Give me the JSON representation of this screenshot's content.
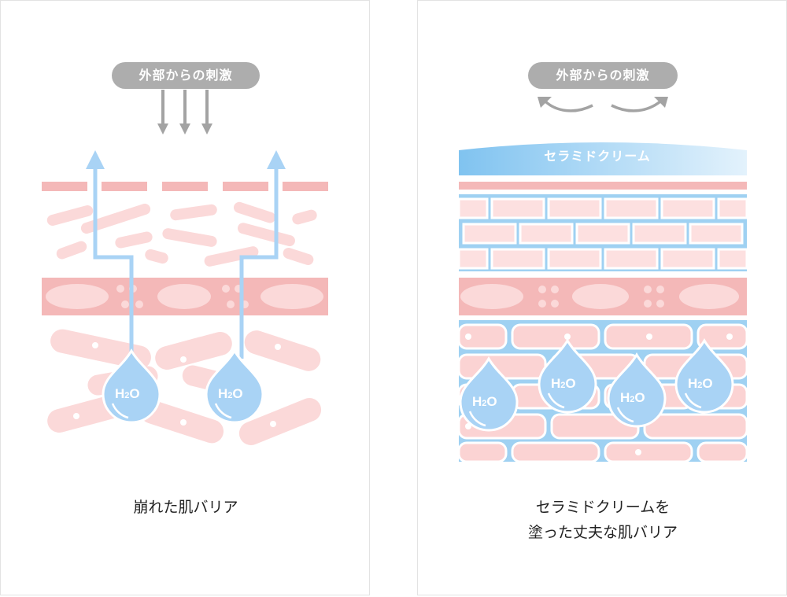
{
  "colors": {
    "skin_pink": "#f7caca",
    "skin_pink_dark": "#f2b3b3",
    "cell_light": "#fde5e5",
    "water_blue": "#a9d3f5",
    "arrow_gray": "#a3a3a3",
    "pill_gray": "#adadad",
    "brick_mortar": "#9fd1f2",
    "cream_blue": "#7dc0ef"
  },
  "left_panel": {
    "stimulus_label": "外部からの刺激",
    "caption": "崩れた肌バリア",
    "drops": [
      {
        "label_main": "H",
        "label_sub": "2",
        "label_end": "O"
      },
      {
        "label_main": "H",
        "label_sub": "2",
        "label_end": "O"
      }
    ]
  },
  "right_panel": {
    "stimulus_label": "外部からの刺激",
    "cream_label": "セラミドクリーム",
    "caption_line1": "セラミドクリームを",
    "caption_line2": "塗った丈夫な肌バリア",
    "drops": [
      {
        "label_main": "H",
        "label_sub": "2",
        "label_end": "O"
      },
      {
        "label_main": "H",
        "label_sub": "2",
        "label_end": "O"
      },
      {
        "label_main": "H",
        "label_sub": "2",
        "label_end": "O"
      },
      {
        "label_main": "H",
        "label_sub": "2",
        "label_end": "O"
      }
    ]
  }
}
